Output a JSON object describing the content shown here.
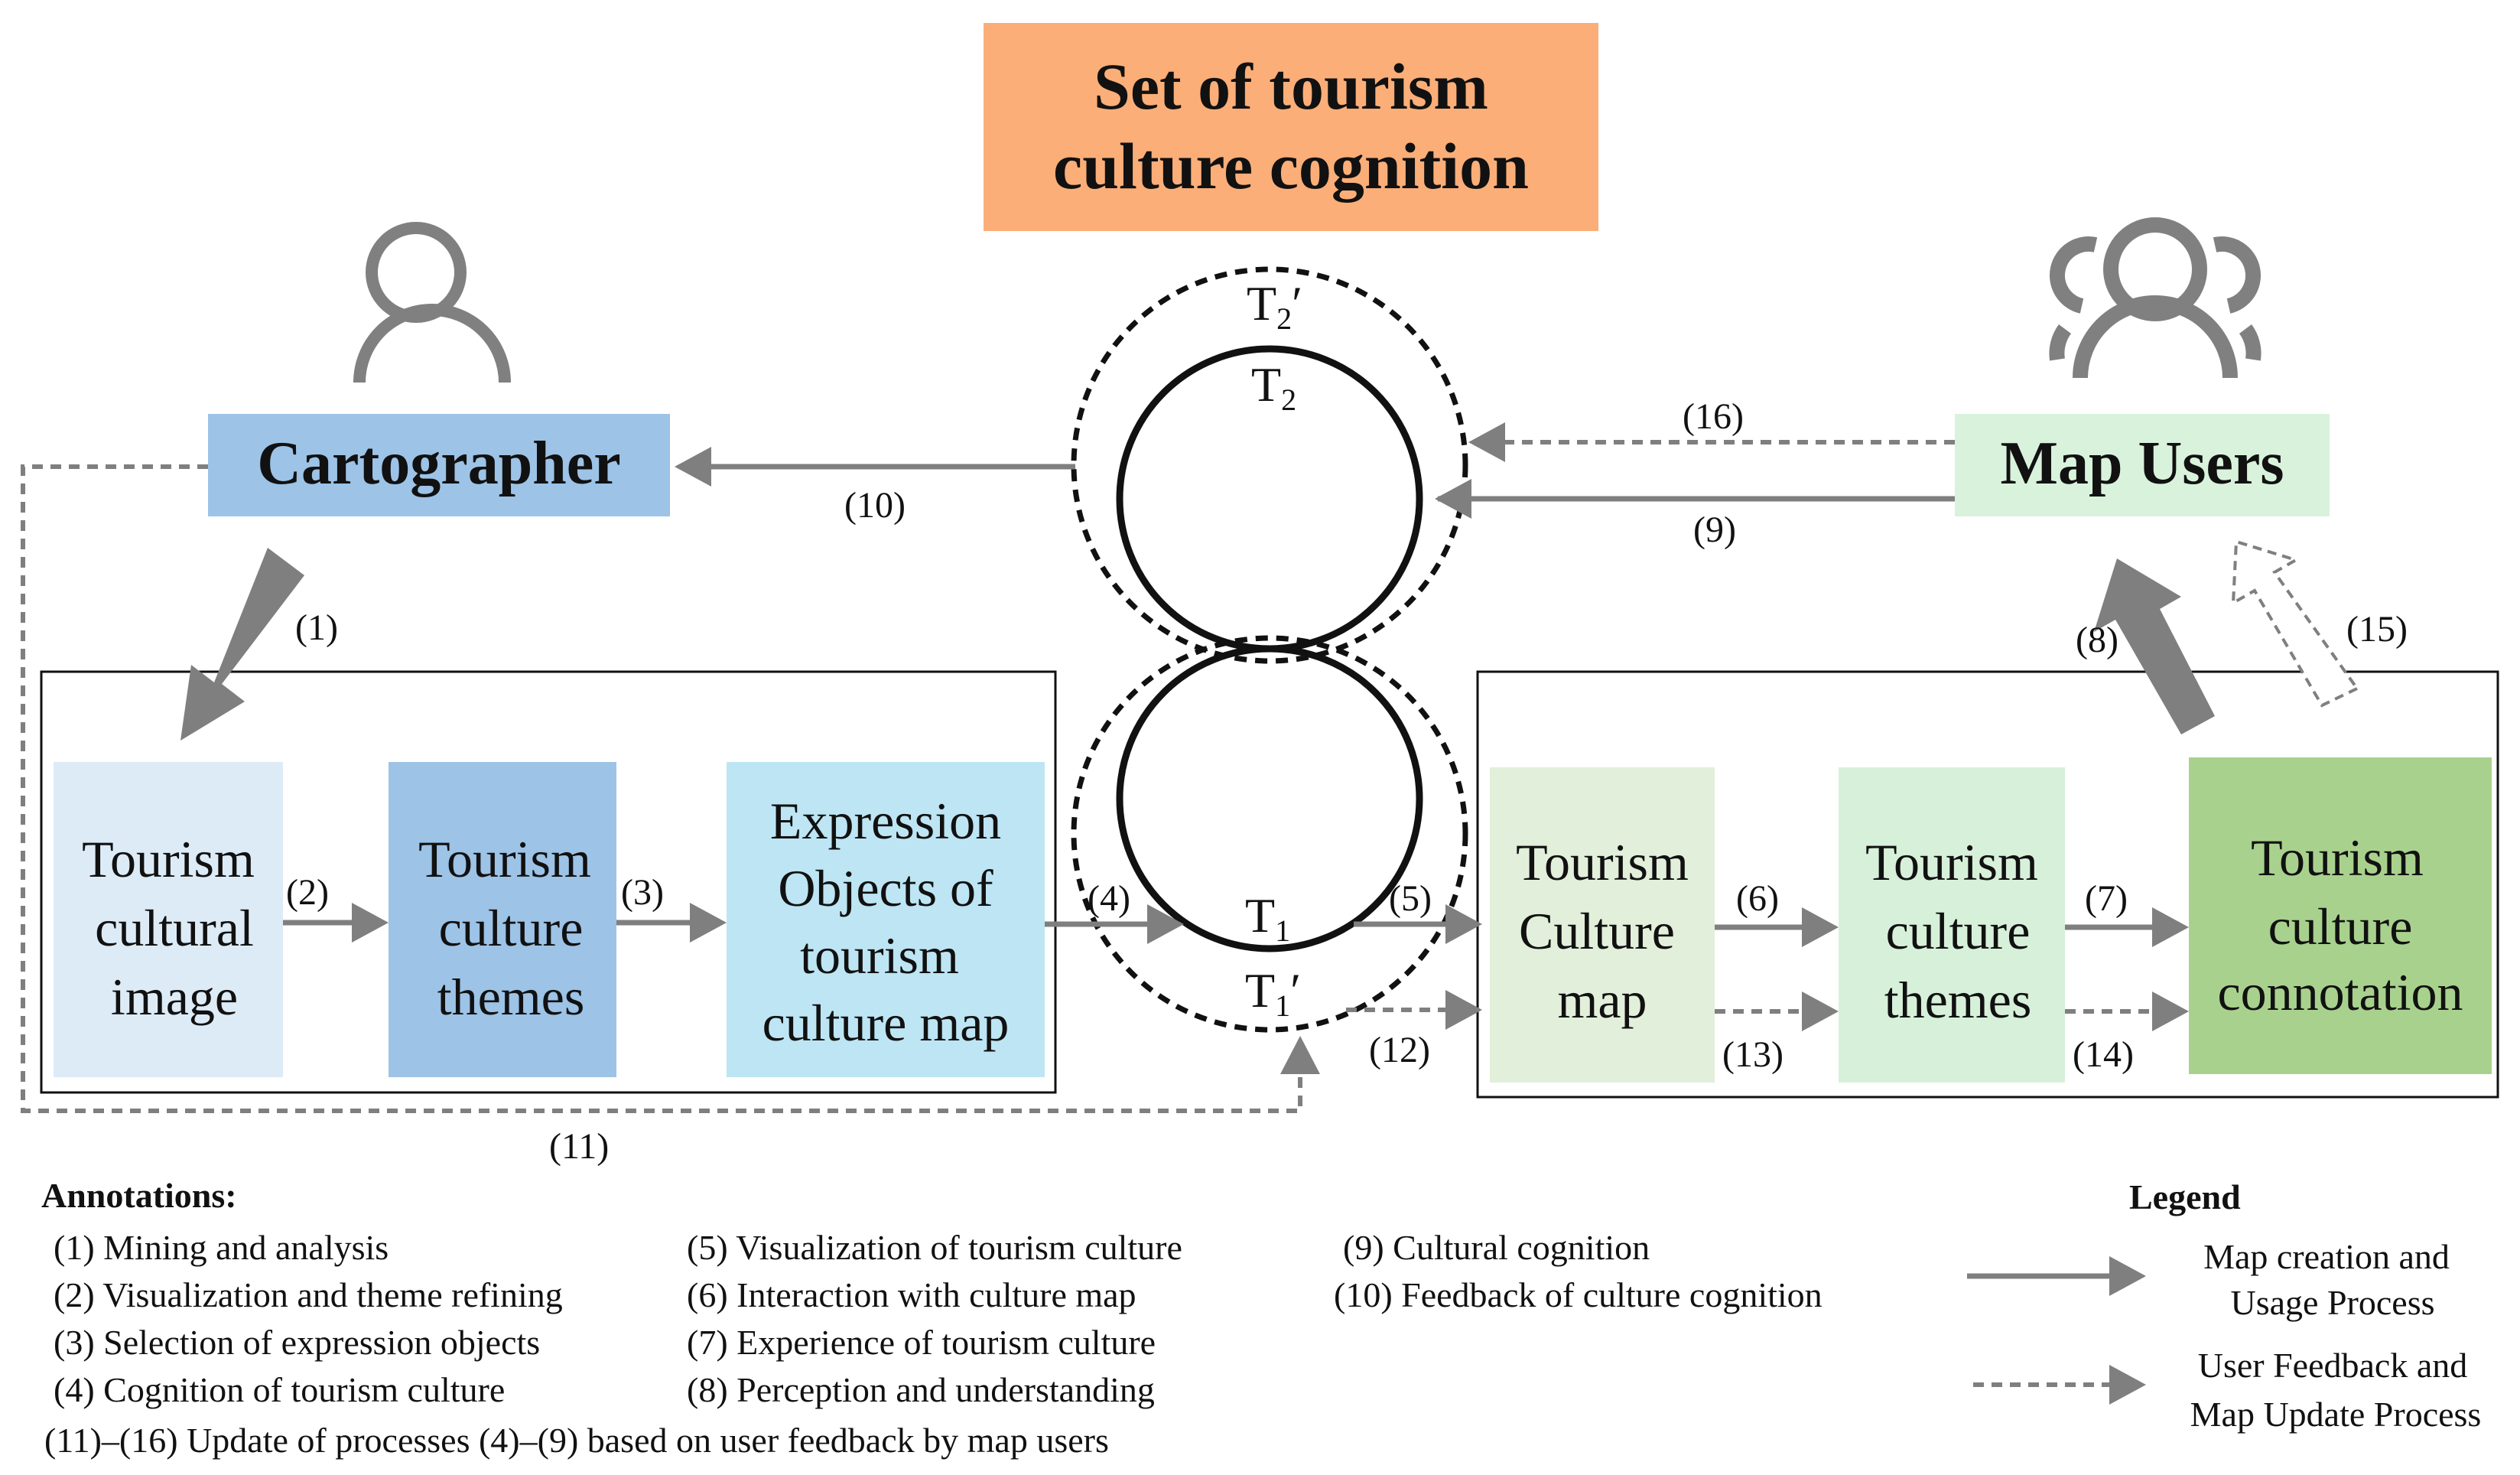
{
  "title": [
    "Set of tourism",
    "culture cognition"
  ],
  "actors": {
    "cartographer": "Cartographer",
    "map_users": "Map Users"
  },
  "left_boxes": {
    "image": [
      "Tourism",
      "cultural",
      "image"
    ],
    "themes": [
      "Tourism",
      "culture",
      "themes"
    ],
    "expression": [
      "Expression",
      "Objects of",
      "tourism",
      "culture map"
    ]
  },
  "right_boxes": {
    "map": [
      "Tourism",
      "Culture",
      "map"
    ],
    "themes": [
      "Tourism",
      "culture",
      "themes"
    ],
    "connotation": [
      "Tourism",
      "culture",
      "connotation"
    ]
  },
  "circle_labels": {
    "t2_prime": "T",
    "t2_prime_sub": "2",
    "t2_prime_mark": "′",
    "t2": "T",
    "t2_sub": "2",
    "t1": "T",
    "t1_sub": "1",
    "t1_prime": "T",
    "t1_prime_sub": "1",
    "t1_prime_mark": "′"
  },
  "step_labels": {
    "s1": "(1)",
    "s2": "(2)",
    "s3": "(3)",
    "s4": "(4)",
    "s5": "(5)",
    "s6": "(6)",
    "s7": "(7)",
    "s8": "(8)",
    "s9": "(9)",
    "s10": "(10)",
    "s11": "(11)",
    "s12": "(12)",
    "s13": "(13)",
    "s14": "(14)",
    "s15": "(15)",
    "s16": "(16)"
  },
  "annotations": {
    "heading": "Annotations:",
    "col1": [
      "(1) Mining and analysis",
      "(2) Visualization and theme refining",
      "(3) Selection of expression objects",
      "(4) Cognition of tourism culture"
    ],
    "col2": [
      "(5) Visualization of tourism culture",
      "(6) Interaction with culture map",
      "(7) Experience of tourism culture",
      "(8) Perception and understanding"
    ],
    "col3": [
      "(9)  Cultural cognition",
      "(10) Feedback of culture cognition"
    ],
    "footer": "(11)–(16) Update of processes (4)–(9) based on user feedback by map users"
  },
  "legend": {
    "heading": "Legend",
    "solid": [
      "Map creation and",
      "Usage Process"
    ],
    "dashed": [
      "User Feedback and",
      "Map Update Process"
    ]
  },
  "colors": {
    "title_bg": "#FBAE78",
    "cartographer_bg": "#9DC3E6",
    "map_users_bg": "#D9F2DC",
    "image_bg": "#DDEBF7",
    "themes_left_bg": "#9DC3E6",
    "expression_bg": "#BDE5F4",
    "map_bg": "#E2EFDA",
    "themes_right_bg": "#D7F0DA",
    "connotation_bg": "#A9D18E",
    "arrow": "#7F7F7F",
    "icon": "#808080"
  }
}
